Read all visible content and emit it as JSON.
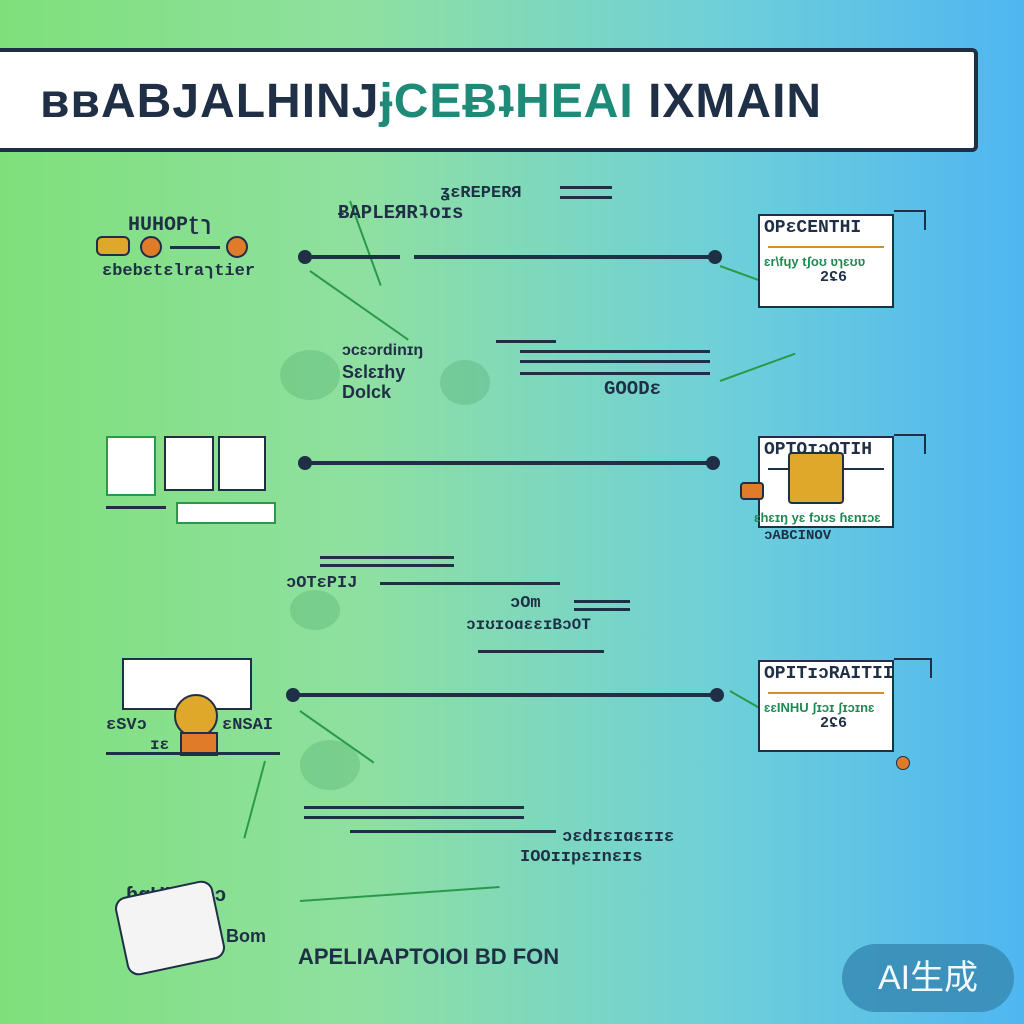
{
  "banner": {
    "title_part1": "ʙʙABJALHINJ",
    "title_part2": "ɉCEɃʇHEAI",
    "title_part3": "IXMAIN"
  },
  "rows": [
    {
      "left_label_top": "HUHOPʈɿ",
      "left_label_bottom": "ɛbebɛtɛlraɿtier",
      "mid_top_a": "ɃAPLEЯRʇoɪs",
      "mid_top_b": "ʓɛREPERЯ",
      "right_doc_title": "OPɛCENTHI",
      "right_doc_green": "ɛr\\fɥy tʃoʊ ʋɿɛʊʋ",
      "right_doc_num": "2ʢ6"
    },
    {
      "left_label_top": "",
      "left_label_bottom": "",
      "right_doc_title": "OPTOɪɔOTIH",
      "right_doc_green": "ɛhɛɪŋ yɛ fɔʊs ɦɛnɪɔɛ",
      "right_doc_sub": "ɔABCINOV"
    },
    {
      "left_label_top": "ɛSVɔ",
      "left_label_bottom": "ɪɛ",
      "left_label_right": "ɛNSAI",
      "right_doc_title": "OPITɪɔRAITII",
      "right_doc_green": "ɛɛINHU ʃɪɔɪ ʃɪɔɪnɛ",
      "right_doc_num": "2ʢ6"
    }
  ],
  "middle_text": {
    "block1_l1": "ɔcɛɔrdinɪŋ",
    "block1_l2": "Sɛlɛɪhy",
    "block1_l3": "Dolck",
    "block1_right": "GOODɛ",
    "block2_a": "ɔOTɛPIJ",
    "block2_b": "ɔOm",
    "block2_c": "ɔɪʊɪoɑɛɛɪBɔOT",
    "block3_a": "ɔɛdɪɛɪɑɛɪɪɛ",
    "block3_b": "IOOɪɪpɛɪnɛɪs"
  },
  "bottom": {
    "label": "ɦɑUIONAɔ",
    "sub": "Bom",
    "footer": "APELIAAPTOIOI BD FON"
  },
  "badge": {
    "text": "AI生成"
  },
  "colors": {
    "dark": "#1f2f45",
    "green": "#1e8a52",
    "orange": "#e07b2a",
    "gold": "#e0a82a"
  }
}
